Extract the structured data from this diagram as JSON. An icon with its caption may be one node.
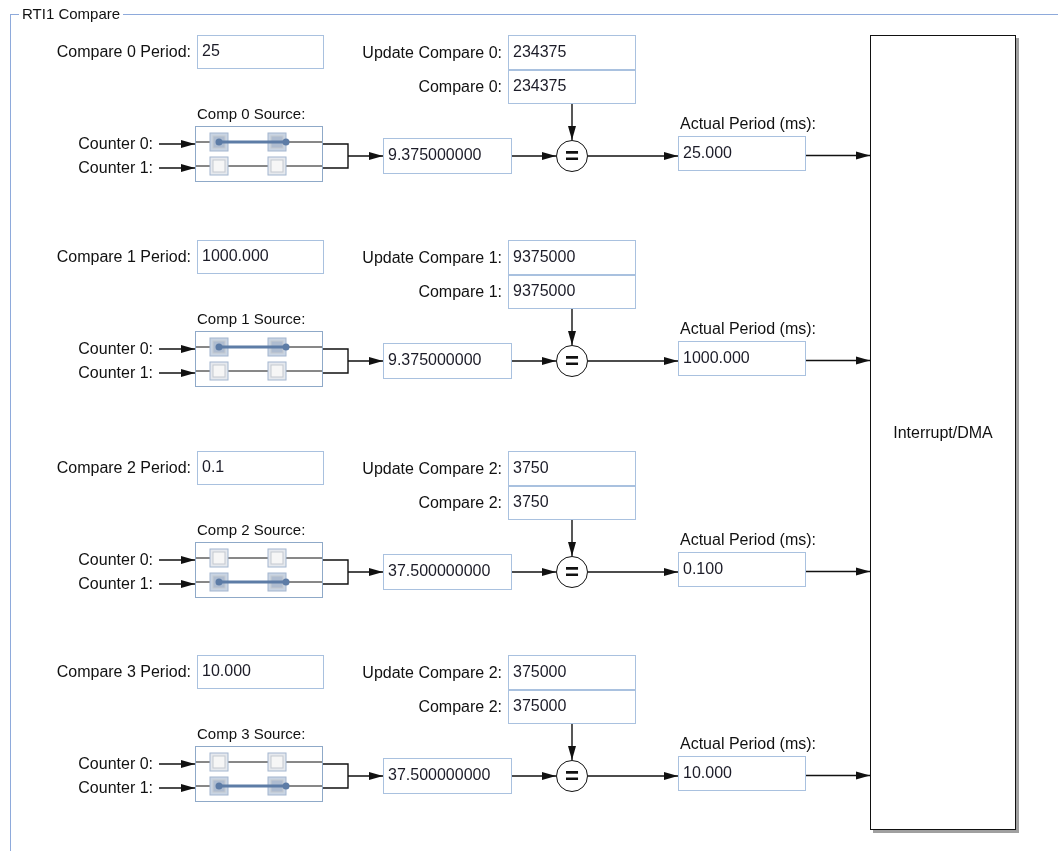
{
  "diagram": {
    "nodes": [
      {
        "text": [
          "RTI1 Compare"
        ]
      },
      {
        "text": [
          "Compare 0 Period:",
          "25"
        ],
        "in": 0
      },
      {
        "text": [
          "Update Compare 0:",
          "234375"
        ],
        "in": 0
      },
      {
        "text": [
          "Compare 0:",
          "234375"
        ],
        "in": 0
      },
      {
        "text": [
          "Comp 0 Source:"
        ],
        "in": 0
      },
      {
        "text": [
          "Counter 0:"
        ],
        "in": 0
      },
      {
        "text": [
          "Counter 1:"
        ],
        "in": 0
      },
      {
        "text": [
          "9.375000000"
        ],
        "in": 0
      },
      {
        "text": [
          "="
        ],
        "in": 0
      },
      {
        "text": [
          "Actual Period (ms):",
          "25.000"
        ],
        "in": 0
      },
      {
        "text": [
          "Compare 1 Period:",
          "1000.000"
        ],
        "in": 0
      },
      {
        "text": [
          "Update Compare 1:",
          "9375000"
        ],
        "in": 0
      },
      {
        "text": [
          "Compare 1:",
          "9375000"
        ],
        "in": 0
      },
      {
        "text": [
          "Comp 1 Source:"
        ],
        "in": 0
      },
      {
        "text": [
          "Counter 0:"
        ],
        "in": 0
      },
      {
        "text": [
          "Counter 1:"
        ],
        "in": 0
      },
      {
        "text": [
          "9.375000000"
        ],
        "in": 0
      },
      {
        "text": [
          "="
        ],
        "in": 0
      },
      {
        "text": [
          "Actual Period (ms):",
          "1000.000"
        ],
        "in": 0
      },
      {
        "text": [
          "Compare 2 Period:",
          "0.1"
        ],
        "in": 0
      },
      {
        "text": [
          "Update Compare 2:",
          "3750"
        ],
        "in": 0
      },
      {
        "text": [
          "Compare 2:",
          "3750"
        ],
        "in": 0
      },
      {
        "text": [
          "Comp 2 Source:"
        ],
        "in": 0
      },
      {
        "text": [
          "Counter 0:"
        ],
        "in": 0
      },
      {
        "text": [
          "Counter 1:"
        ],
        "in": 0
      },
      {
        "text": [
          "37.500000000"
        ],
        "in": 0
      },
      {
        "text": [
          "="
        ],
        "in": 0
      },
      {
        "text": [
          "Actual Period (ms):",
          "0.100"
        ],
        "in": 0
      },
      {
        "text": [
          "Compare 3 Period:",
          "10.000"
        ],
        "in": 0
      },
      {
        "text": [
          "Update Compare 2:",
          "375000"
        ],
        "in": 0
      },
      {
        "text": [
          "Compare 2:",
          "375000"
        ],
        "in": 0
      },
      {
        "text": [
          "Comp 3 Source:"
        ],
        "in": 0
      },
      {
        "text": [
          "Counter 0:"
        ],
        "in": 0
      },
      {
        "text": [
          "Counter 1:"
        ],
        "in": 0
      },
      {
        "text": [
          "37.500000000"
        ],
        "in": 0
      },
      {
        "text": [
          "="
        ],
        "in": 0
      },
      {
        "text": [
          "Actual Period (ms):",
          "10.000"
        ],
        "in": 0
      },
      {
        "text": [
          "Interrupt/DMA"
        ],
        "in": 0
      }
    ],
    "edges": [
      {
        "from": 5,
        "to": 4,
        "arrow": "to"
      },
      {
        "from": 6,
        "to": 4,
        "arrow": "to"
      },
      {
        "from": 4,
        "to": 7,
        "arrow": "to"
      },
      {
        "from": 7,
        "to": 8,
        "arrow": "to"
      },
      {
        "from": 3,
        "to": 8,
        "arrow": "to"
      },
      {
        "from": 8,
        "to": 9,
        "arrow": "to"
      },
      {
        "from": 9,
        "to": 37,
        "arrow": "to"
      },
      {
        "from": 14,
        "to": 13,
        "arrow": "to"
      },
      {
        "from": 15,
        "to": 13,
        "arrow": "to"
      },
      {
        "from": 13,
        "to": 16,
        "arrow": "to"
      },
      {
        "from": 16,
        "to": 17,
        "arrow": "to"
      },
      {
        "from": 12,
        "to": 17,
        "arrow": "to"
      },
      {
        "from": 17,
        "to": 18,
        "arrow": "to"
      },
      {
        "from": 18,
        "to": 37,
        "arrow": "to"
      },
      {
        "from": 23,
        "to": 22,
        "arrow": "to"
      },
      {
        "from": 24,
        "to": 22,
        "arrow": "to"
      },
      {
        "from": 22,
        "to": 25,
        "arrow": "to"
      },
      {
        "from": 25,
        "to": 26,
        "arrow": "to"
      },
      {
        "from": 21,
        "to": 26,
        "arrow": "to"
      },
      {
        "from": 26,
        "to": 27,
        "arrow": "to"
      },
      {
        "from": 27,
        "to": 37,
        "arrow": "to"
      },
      {
        "from": 32,
        "to": 31,
        "arrow": "to"
      },
      {
        "from": 33,
        "to": 31,
        "arrow": "to"
      },
      {
        "from": 31,
        "to": 34,
        "arrow": "to"
      },
      {
        "from": 34,
        "to": 35,
        "arrow": "to"
      },
      {
        "from": 30,
        "to": 35,
        "arrow": "to"
      },
      {
        "from": 35,
        "to": 36,
        "arrow": "to"
      },
      {
        "from": 36,
        "to": 37,
        "arrow": "to"
      }
    ]
  }
}
